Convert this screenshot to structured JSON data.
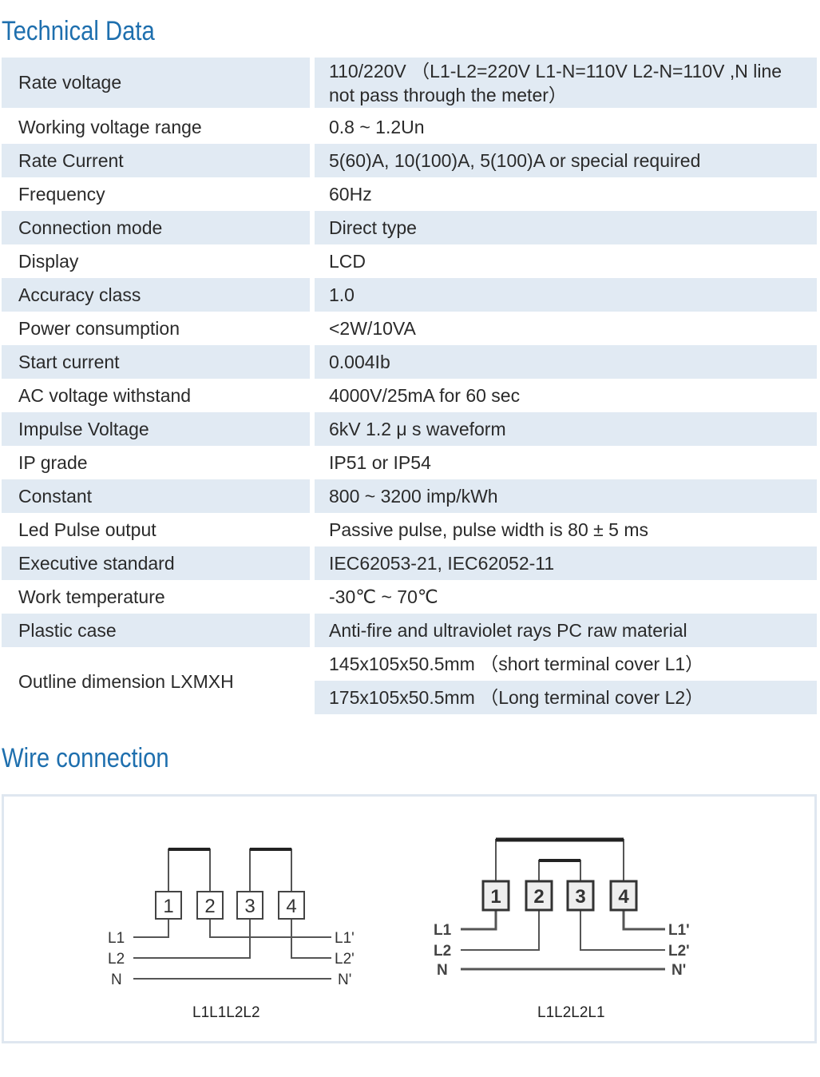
{
  "titles": {
    "technical": "Technical Data",
    "wire": "Wire connection"
  },
  "specs": [
    {
      "label": "Rate voltage",
      "value": "110/220V （L1-L2=220V L1-N=110V L2-N=110V ,N line not pass through the meter）"
    },
    {
      "label": "Working voltage range",
      "value": "0.8 ~ 1.2Un"
    },
    {
      "label": "Rate Current",
      "value": "5(60)A, 10(100)A, 5(100)A or special required"
    },
    {
      "label": "Frequency",
      "value": "60Hz"
    },
    {
      "label": "Connection mode",
      "value": "Direct type"
    },
    {
      "label": "Display",
      "value": "LCD"
    },
    {
      "label": "Accuracy class",
      "value": "1.0"
    },
    {
      "label": "Power consumption",
      "value": "<2W/10VA"
    },
    {
      "label": "Start current",
      "value": "0.004Ib"
    },
    {
      "label": "AC voltage withstand",
      "value": "4000V/25mA for 60 sec"
    },
    {
      "label": "Impulse Voltage",
      "value": "6kV 1.2 μ s waveform"
    },
    {
      "label": "IP grade",
      "value": "IP51 or IP54"
    },
    {
      "label": "Constant",
      "value": "800 ~ 3200 imp/kWh"
    },
    {
      "label": "Led Pulse output",
      "value": "Passive pulse, pulse width is 80 ± 5 ms"
    },
    {
      "label": "Executive standard",
      "value": "IEC62053-21, IEC62052-11"
    },
    {
      "label": "Work temperature",
      "value": "-30℃ ~ 70℃"
    },
    {
      "label": "Plastic case",
      "value": "Anti-fire and ultraviolet rays PC raw material"
    }
  ],
  "outline": {
    "label": "Outline dimension LXMXH",
    "values": [
      "145x105x50.5mm （short terminal cover L1）",
      "175x105x50.5mm （Long terminal cover L2）"
    ]
  },
  "diagrams": [
    {
      "caption": "L1L1L2L2",
      "terminals": [
        "1",
        "2",
        "3",
        "4"
      ],
      "inputs": [
        "L1",
        "L2",
        "N"
      ],
      "outputs": [
        "L1'",
        "L2'",
        "N'"
      ]
    },
    {
      "caption": "L1L2L2L1",
      "terminals": [
        "1",
        "2",
        "3",
        "4"
      ],
      "inputs": [
        "L1",
        "L2",
        "N"
      ],
      "outputs": [
        "L1'",
        "L2'",
        "N'"
      ]
    }
  ]
}
